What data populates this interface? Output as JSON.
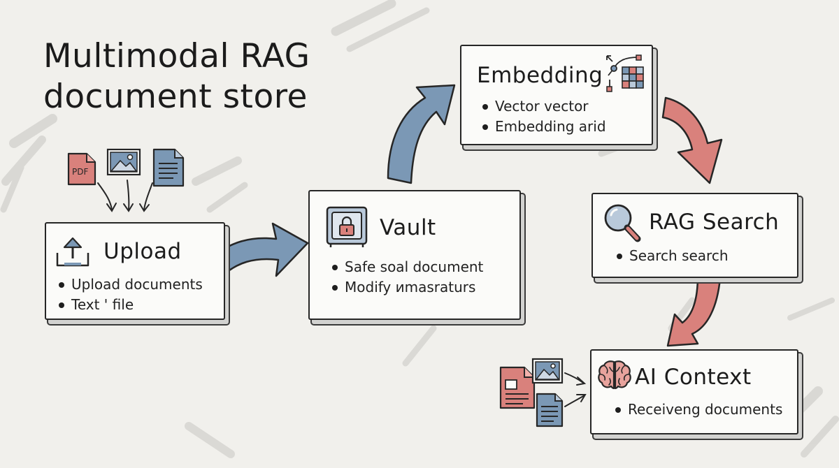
{
  "title": {
    "line1": "Multimodal RAG",
    "line2": "document store"
  },
  "cards": {
    "upload": {
      "title": "Upload",
      "bullets": [
        "Upload documents",
        "Text ' file"
      ]
    },
    "vault": {
      "title": "Vault",
      "bullets": [
        "Safe soal document",
        "Modify иmasraturs"
      ]
    },
    "embedding": {
      "title": "Embedding",
      "bullets": [
        "Vector vector",
        "Embedding arid"
      ]
    },
    "rag": {
      "title": "RAG Search",
      "bullets": [
        "Search search"
      ]
    },
    "ai": {
      "title": "AI Context",
      "bullets": [
        "Receiveng documents"
      ]
    }
  },
  "icons": {
    "pdf_label": "PDF",
    "upload_inputs": [
      "pdf-file-icon",
      "image-file-icon",
      "text-document-icon"
    ],
    "upload": "upload-tray-icon",
    "vault": "safe-lock-icon",
    "embedding": "vector-grid-icon",
    "rag": "magnifier-icon",
    "ai": "brain-icon",
    "ai_inputs": [
      "document-icon",
      "image-file-icon",
      "text-document-icon"
    ]
  },
  "colors": {
    "blue": "#7b98b5",
    "red": "#d9817c",
    "ink": "#262626",
    "paper": "#fbfbf9",
    "background": "#f1f0ec"
  }
}
